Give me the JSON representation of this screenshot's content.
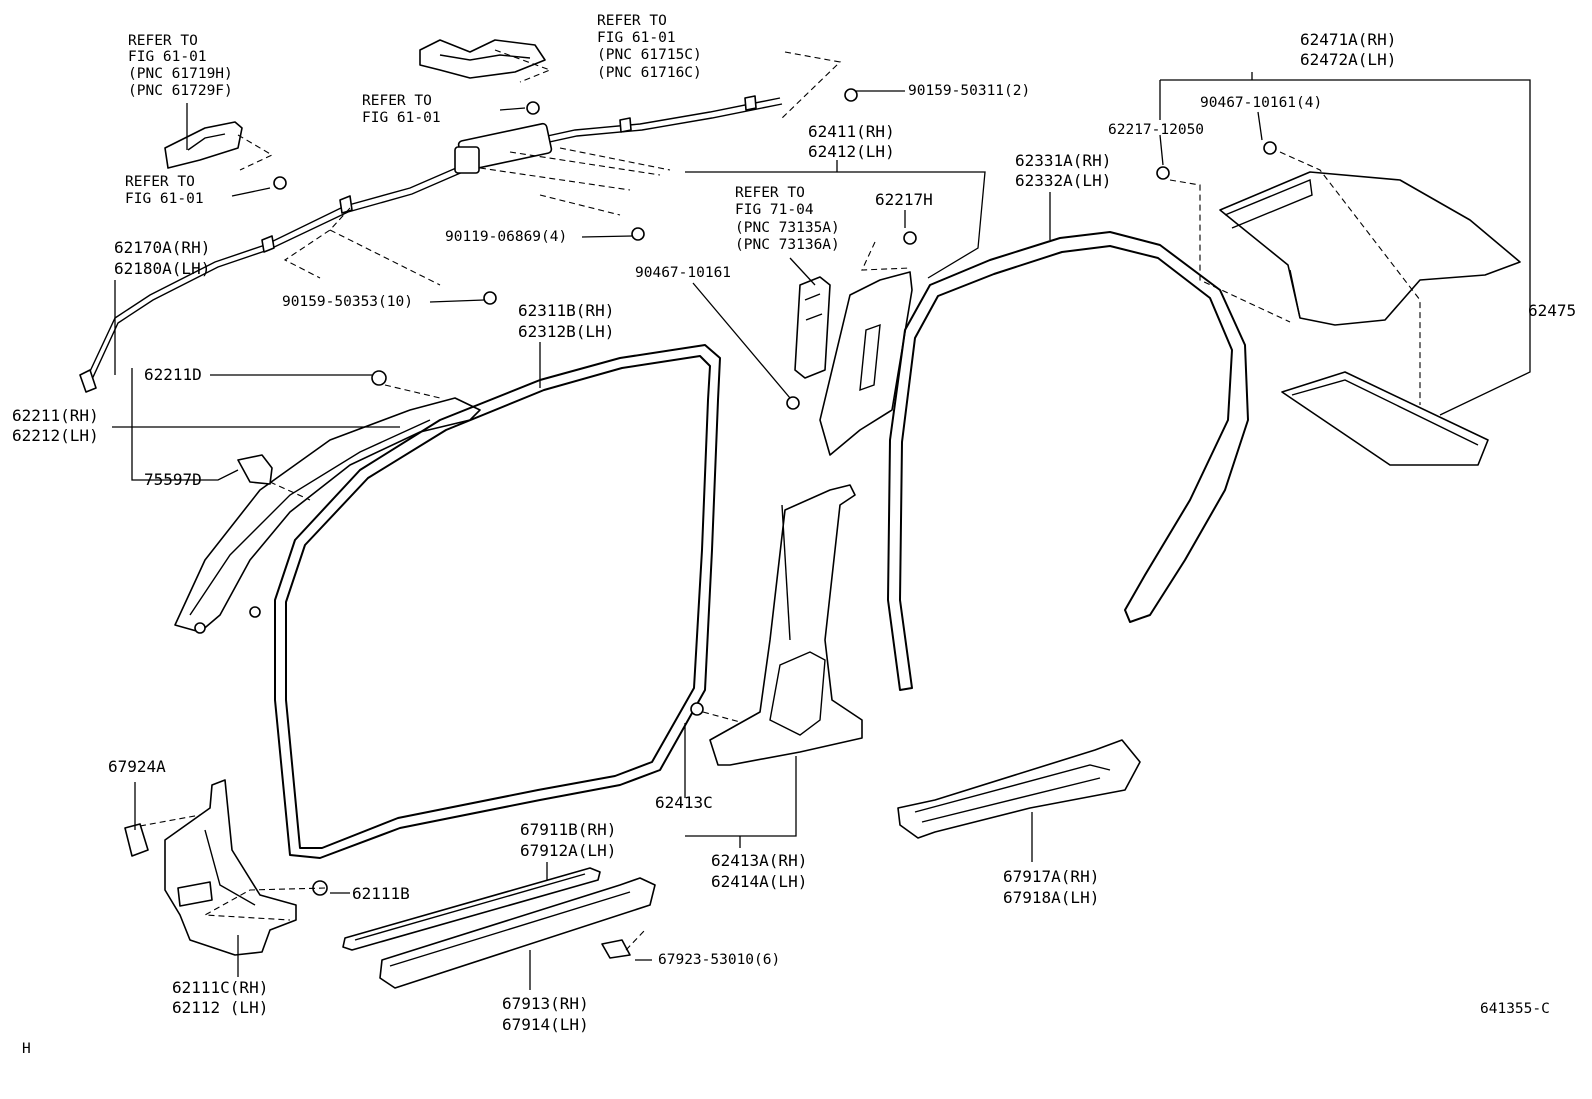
{
  "diagram": {
    "figure_id": "641355-C",
    "corner_mark": "H",
    "callouts": {
      "refer_61719": [
        "REFER TO",
        "FIG 61-01",
        "(PNC 61719H)",
        "(PNC 61729F)"
      ],
      "refer_61715": [
        "REFER TO",
        "FIG 61-01",
        "(PNC 61715C)",
        "(PNC 61716C)"
      ],
      "refer_mid": [
        "REFER TO",
        "FIG 61-01"
      ],
      "refer_left_bolt": [
        "REFER TO",
        "FIG 61-01"
      ],
      "refer_73135": [
        "REFER TO",
        "FIG 71-04",
        "(PNC 73135A)",
        "(PNC 73136A)"
      ],
      "bolt_90159_50311": "90159-50311(2)",
      "bolt_90119": "90119-06869(4)",
      "bolt_90159_50353": "90159-50353(10)",
      "clip_90467_4": "90467-10161(4)",
      "clip_62217_12050": "62217-12050",
      "clip_90467": "90467-10161",
      "clip_62217H": "62217H",
      "clip_62211D": "62211D",
      "clip_75597D": "75597D",
      "clip_62413C": "62413C",
      "clip_62111B": "62111B",
      "clip_67924A": "67924A",
      "clip_67923": "67923-53010(6)",
      "curtain_airbag": [
        "62170A(RH)",
        "62180A(LH)"
      ],
      "a_pillar": [
        "62211(RH)",
        "62212(LH)"
      ],
      "front_door_seal": [
        "62311B(RH)",
        "62312B(LH)"
      ],
      "roof_side_trim": [
        "62411(RH)",
        "62412(LH)"
      ],
      "rear_door_seal": [
        "62331A(RH)",
        "62332A(LH)"
      ],
      "quarter_trim": [
        "62471A(RH)",
        "62472A(LH)"
      ],
      "quarter_trim_sub": "62475",
      "b_pillar_lower": [
        "62413A(RH)",
        "62414A(LH)"
      ],
      "cowl_side_trim": [
        "62111C(RH)",
        "62112 (LH)"
      ],
      "front_scuff_plate": [
        "67911B(RH)",
        "67912A(LH)"
      ],
      "front_scuff_base": [
        "67913(RH)",
        "67914(LH)"
      ],
      "rear_scuff_plate": [
        "67917A(RH)",
        "67918A(LH)"
      ]
    }
  }
}
